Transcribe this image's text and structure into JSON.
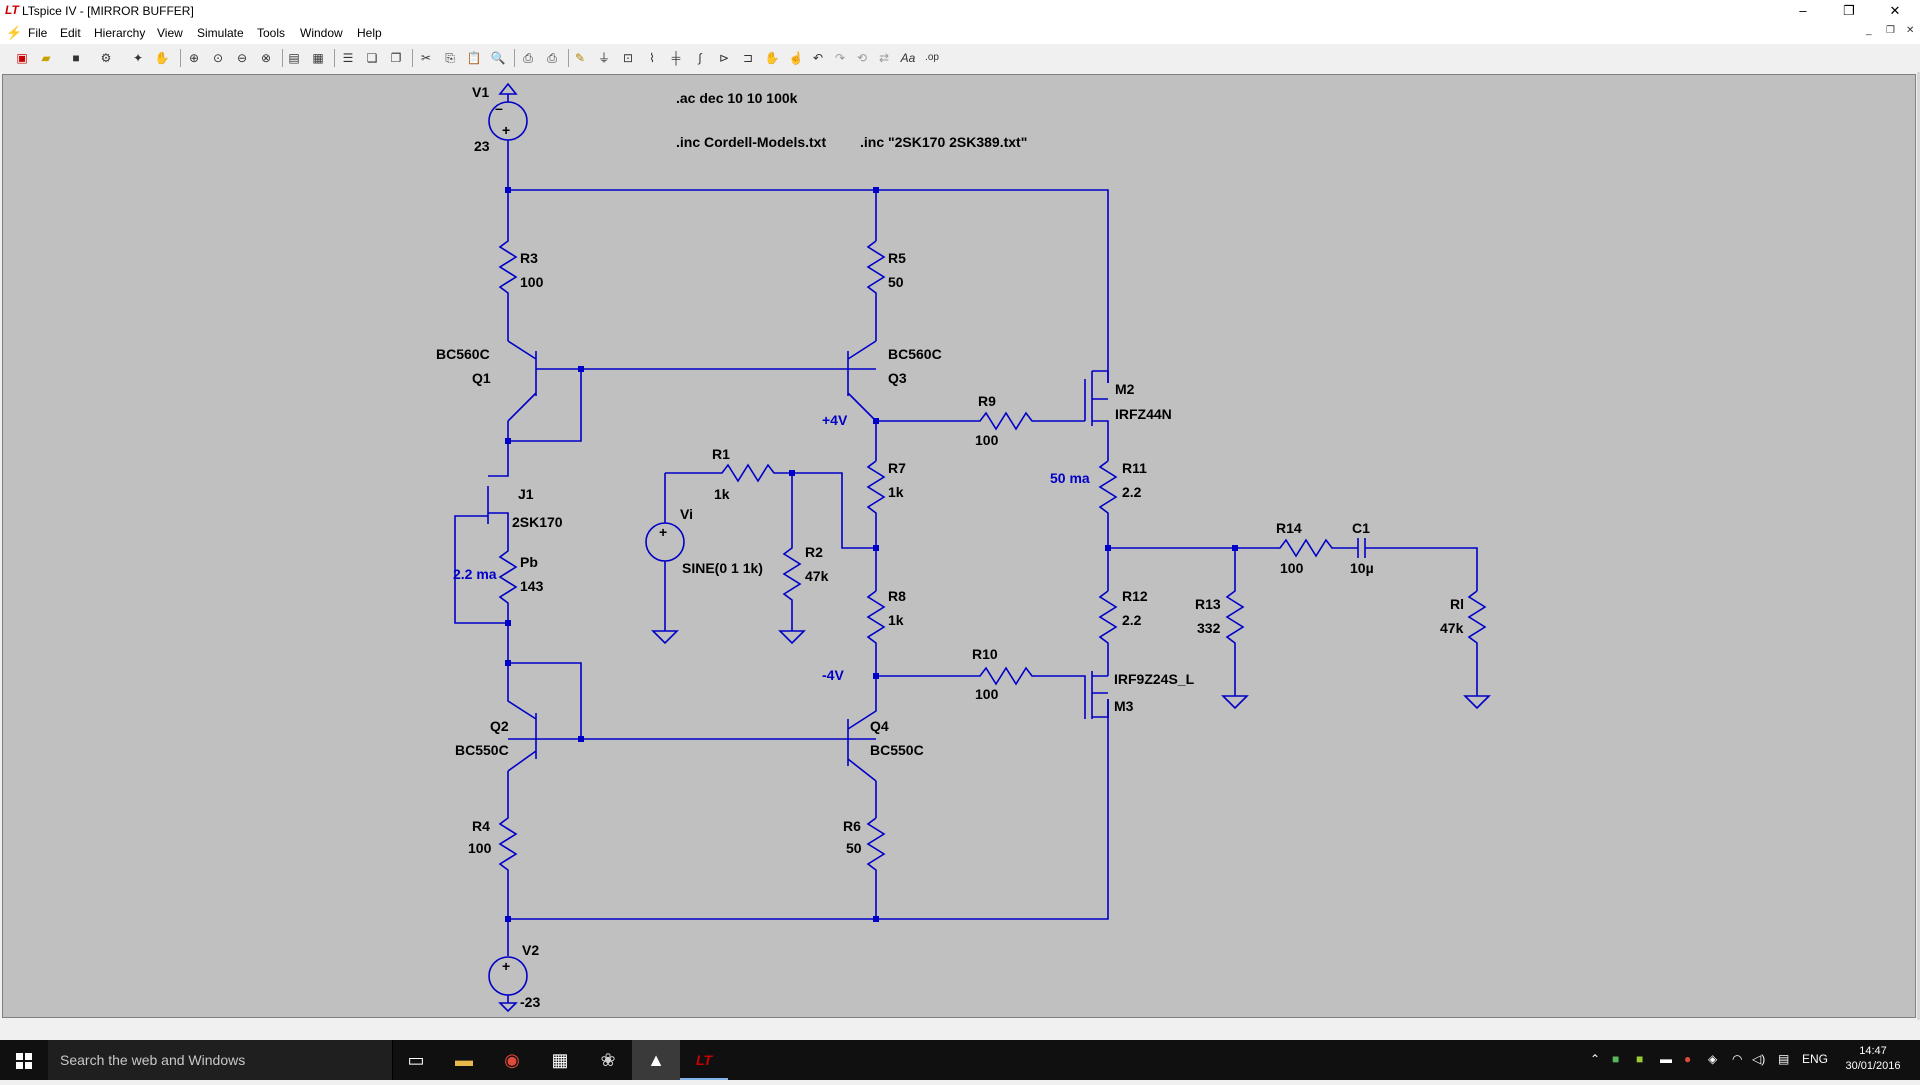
{
  "window": {
    "title": "LTspice IV - [MIRROR BUFFER]",
    "minimize": "–",
    "restore": "❐",
    "close": "✕"
  },
  "menu": {
    "items": [
      "File",
      "Edit",
      "Hierarchy",
      "View",
      "Simulate",
      "Tools",
      "Window",
      "Help"
    ]
  },
  "schematic": {
    "directives": {
      "ac": ".ac dec 10 10 100k",
      "inc1": ".inc Cordell-Models.txt",
      "inc2": ".inc \"2SK170 2SK389.txt\""
    },
    "components": {
      "v1": {
        "name": "V1",
        "value": "23"
      },
      "v2": {
        "name": "V2",
        "value": "-23"
      },
      "r3": {
        "name": "R3",
        "value": "100"
      },
      "r5": {
        "name": "R5",
        "value": "50"
      },
      "q1": {
        "name": "Q1",
        "model": "BC560C"
      },
      "q3": {
        "name": "Q3",
        "model": "BC560C"
      },
      "q2": {
        "name": "Q2",
        "model": "BC550C"
      },
      "q4": {
        "name": "Q4",
        "model": "BC550C"
      },
      "j1": {
        "name": "J1",
        "model": "2SK170"
      },
      "pb": {
        "name": "Pb",
        "value": "143"
      },
      "r4": {
        "name": "R4",
        "value": "100"
      },
      "r6": {
        "name": "R6",
        "value": "50"
      },
      "r1": {
        "name": "R1",
        "value": "1k"
      },
      "r2": {
        "name": "R2",
        "value": "47k"
      },
      "vi": {
        "name": "Vi",
        "value": "SINE(0 1 1k)"
      },
      "r7": {
        "name": "R7",
        "value": "1k"
      },
      "r8": {
        "name": "R8",
        "value": "1k"
      },
      "r9": {
        "name": "R9",
        "value": "100"
      },
      "r10": {
        "name": "R10",
        "value": "100"
      },
      "m2": {
        "name": "M2",
        "model": "IRFZ44N"
      },
      "m3": {
        "name": "M3",
        "model": "IRF9Z24S_L"
      },
      "r11": {
        "name": "R11",
        "value": "2.2"
      },
      "r12": {
        "name": "R12",
        "value": "2.2"
      },
      "r13": {
        "name": "R13",
        "value": "332"
      },
      "r14": {
        "name": "R14",
        "value": "100"
      },
      "c1": {
        "name": "C1",
        "value": "10µ"
      },
      "rl": {
        "name": "Rl",
        "value": "47k"
      }
    },
    "annotations": {
      "plus4v": "+4V",
      "minus4v": "-4V",
      "current50": "50 ma",
      "current22": "2.2 ma"
    }
  },
  "taskbar": {
    "search_placeholder": "Search the web and Windows",
    "lang": "ENG",
    "time": "14:47",
    "date": "30/01/2016"
  },
  "colors": {
    "wire": "#0000c8",
    "canvas": "#c0c0c0",
    "junction": "#0000c8"
  }
}
